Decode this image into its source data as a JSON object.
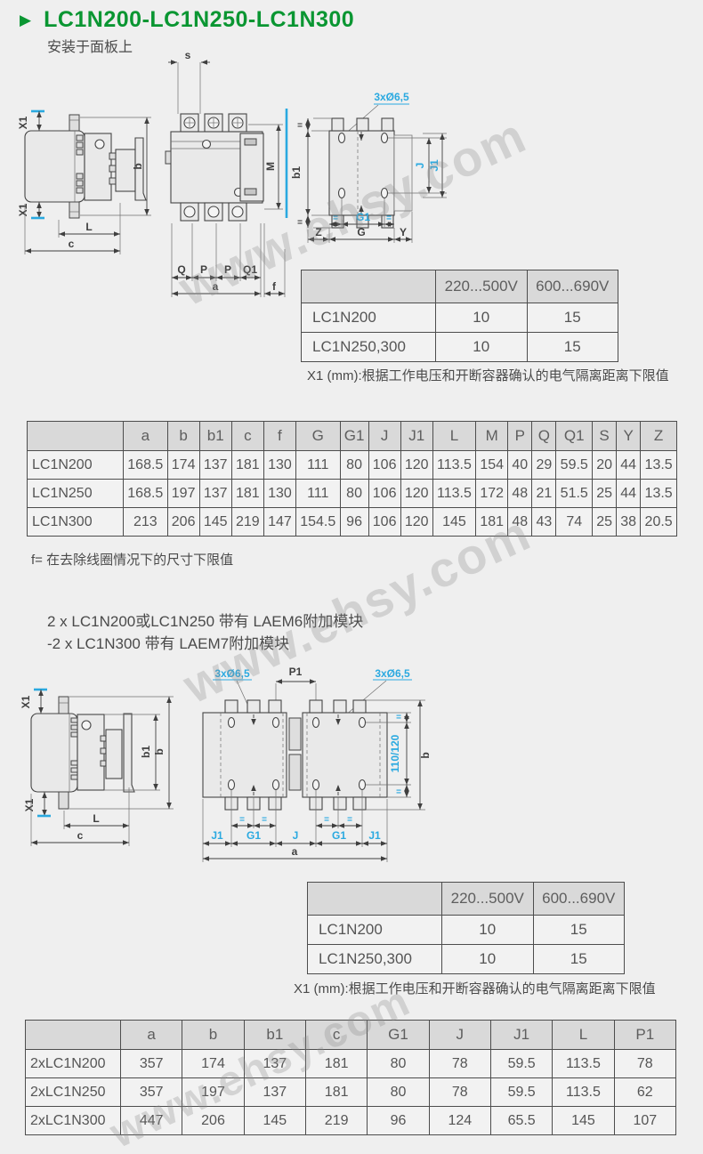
{
  "page": {
    "title": "LC1N200-LC1N250-LC1N300",
    "subtitle": "安装于面板上",
    "watermark": "www.ehsy.com"
  },
  "colors": {
    "green": "#0a9632",
    "blue": "#2aa9e0",
    "ink": "#3f3f3f",
    "tborder": "#4d4d4d",
    "header_bg": "#d9d9d9",
    "row_bg": "#f2f2f2",
    "page_bg": "#efefef",
    "text": "#555555"
  },
  "dim_labels": {
    "s": "s",
    "x1": "X1",
    "b": "b",
    "b1": "b1",
    "c": "c",
    "l": "L",
    "m": "M",
    "q": "Q",
    "p": "P",
    "q1": "Q1",
    "a": "a",
    "f": "f",
    "holes": "3xØ6,5",
    "g": "G",
    "g1": "G1",
    "j": "J",
    "j1": "J1",
    "z": "Z",
    "y": "Y",
    "eq": "=",
    "p1": "P1",
    "v110": "110/120"
  },
  "section1": {
    "voltage_table": {
      "headers": [
        "",
        "220...500V",
        "600...690V"
      ],
      "rows": [
        [
          "LC1N200",
          "10",
          "15"
        ],
        [
          "LC1N250,300",
          "10",
          "15"
        ]
      ]
    },
    "x1_note": "X1 (mm):根据工作电压和开断容器确认的电气隔离距离下限值",
    "dim_table": {
      "headers": [
        "",
        "a",
        "b",
        "b1",
        "c",
        "f",
        "G",
        "G1",
        "J",
        "J1",
        "L",
        "M",
        "P",
        "Q",
        "Q1",
        "S",
        "Y",
        "Z"
      ],
      "rows": [
        [
          "LC1N200",
          "168.5",
          "174",
          "137",
          "181",
          "130",
          "111",
          "80",
          "106",
          "120",
          "113.5",
          "154",
          "40",
          "29",
          "59.5",
          "20",
          "44",
          "13.5"
        ],
        [
          "LC1N250",
          "168.5",
          "197",
          "137",
          "181",
          "130",
          "111",
          "80",
          "106",
          "120",
          "113.5",
          "172",
          "48",
          "21",
          "51.5",
          "25",
          "44",
          "13.5"
        ],
        [
          "LC1N300",
          "213",
          "206",
          "145",
          "219",
          "147",
          "154.5",
          "96",
          "106",
          "120",
          "145",
          "181",
          "48",
          "43",
          "74",
          "25",
          "38",
          "20.5"
        ]
      ]
    },
    "f_note": "f= 在去除线圈情况下的尺寸下限值"
  },
  "section2": {
    "heading_line1": "2 x LC1N200或LC1N250 带有 LAEM6附加模块",
    "heading_line2": "-2 x LC1N300 带有 LAEM7附加模块",
    "voltage_table": {
      "headers": [
        "",
        "220...500V",
        "600...690V"
      ],
      "rows": [
        [
          "LC1N200",
          "10",
          "15"
        ],
        [
          "LC1N250,300",
          "10",
          "15"
        ]
      ]
    },
    "x1_note": "X1 (mm):根据工作电压和开断容器确认的电气隔离距离下限值",
    "dim_table": {
      "headers": [
        "",
        "a",
        "b",
        "b1",
        "c",
        "G1",
        "J",
        "J1",
        "L",
        "P1"
      ],
      "rows": [
        [
          "2xLC1N200",
          "357",
          "174",
          "137",
          "181",
          "80",
          "78",
          "59.5",
          "113.5",
          "78"
        ],
        [
          "2xLC1N250",
          "357",
          "197",
          "137",
          "181",
          "80",
          "78",
          "59.5",
          "113.5",
          "62"
        ],
        [
          "2xLC1N300",
          "447",
          "206",
          "145",
          "219",
          "96",
          "124",
          "65.5",
          "145",
          "107"
        ]
      ]
    }
  }
}
